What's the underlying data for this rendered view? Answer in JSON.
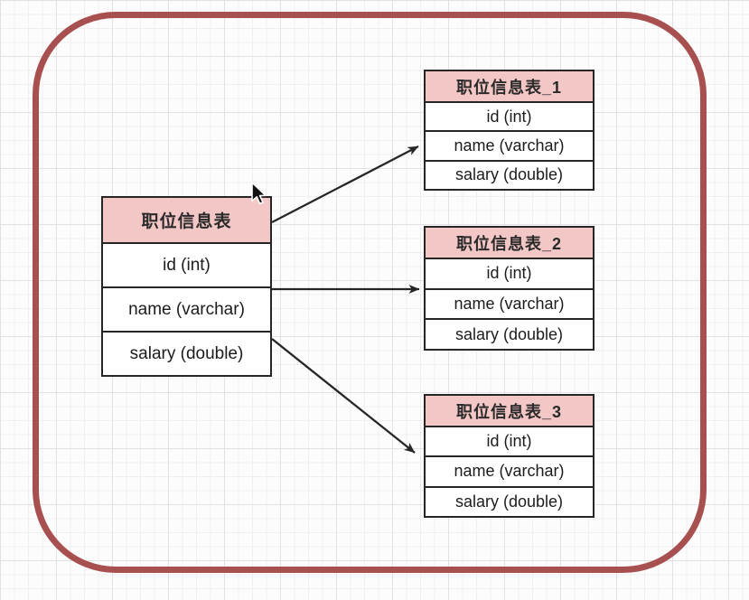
{
  "diagram": {
    "tables": {
      "main": {
        "title": "职位信息表",
        "fields": [
          "id (int)",
          "name (varchar)",
          "salary (double)"
        ]
      },
      "sub1": {
        "title": "职位信息表_1",
        "fields": [
          "id (int)",
          "name (varchar)",
          "salary (double)"
        ]
      },
      "sub2": {
        "title": "职位信息表_2",
        "fields": [
          "id (int)",
          "name (varchar)",
          "salary (double)"
        ]
      },
      "sub3": {
        "title": "职位信息表_3",
        "fields": [
          "id (int)",
          "name (varchar)",
          "salary (double)"
        ]
      }
    },
    "relationships": [
      {
        "from": "职位信息表",
        "to": "职位信息表_1"
      },
      {
        "from": "职位信息表",
        "to": "职位信息表_2"
      },
      {
        "from": "职位信息表",
        "to": "职位信息表_3"
      }
    ],
    "colors": {
      "table_header_fill": "#f4c7c7",
      "table_border": "#262626",
      "arrow": "#262626",
      "boundary_border": "#a85050",
      "grid_major": "#e2e2e2",
      "grid_minor": "#efefef",
      "background": "#fcfcfc"
    },
    "icons": {
      "cursor": "arrow-pointer-icon"
    }
  }
}
